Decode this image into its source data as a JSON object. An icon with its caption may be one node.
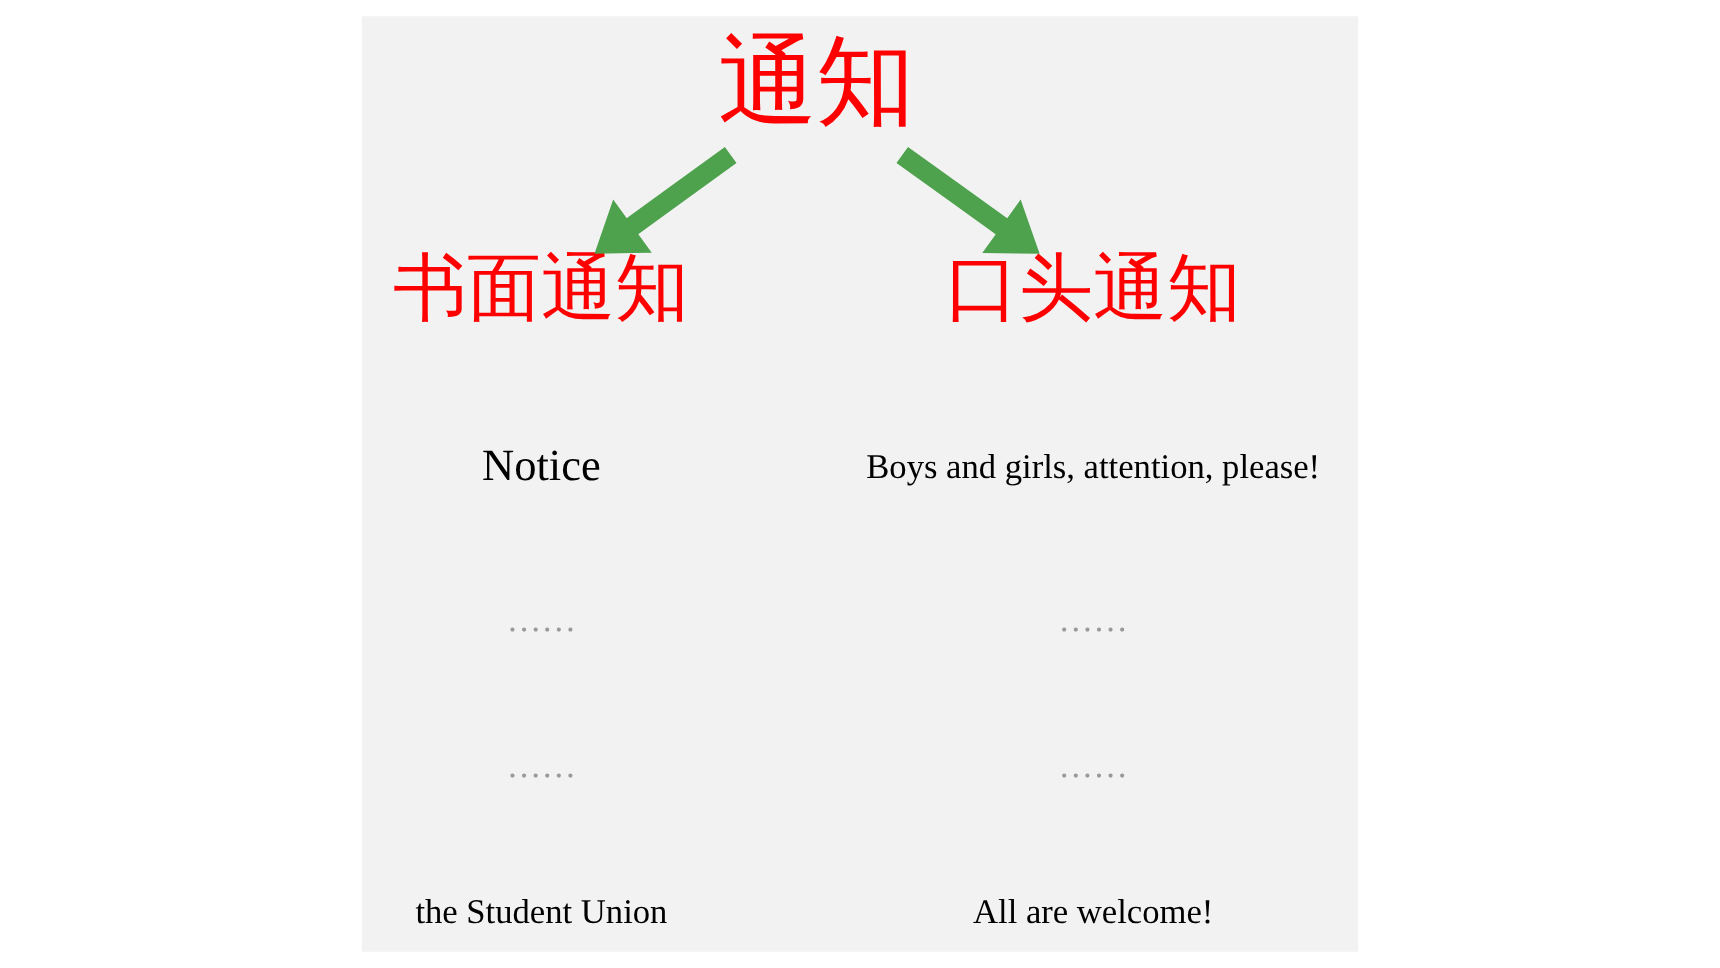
{
  "diagram": {
    "nodes": [
      {
        "text": [
          "通知"
        ]
      },
      {
        "text": [
          "书面通知"
        ]
      },
      {
        "text": [
          "口头通知"
        ]
      }
    ],
    "edges": [
      {
        "from": 0,
        "to": 1,
        "arrow": "to"
      },
      {
        "from": 0,
        "to": 2,
        "arrow": "to"
      }
    ],
    "labels": [
      "Notice",
      "……",
      "……",
      "the Student Union",
      "Boys and girls, attention, please!",
      "……",
      "……",
      "All are welcome!"
    ]
  }
}
